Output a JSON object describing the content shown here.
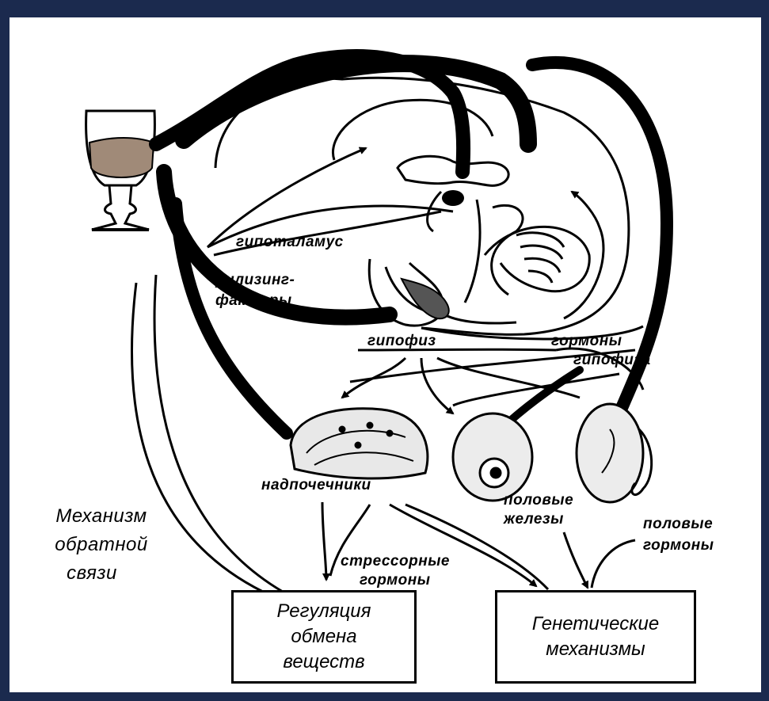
{
  "labels": {
    "hypothalamus": "гипоталамус",
    "releasing_1": "рилизинг-",
    "releasing_2": "факторы",
    "pituitary": "гипофиз",
    "pituitary_hormones_1": "гормоны",
    "pituitary_hormones_2": "гипофиза",
    "adrenals": "надпочечники",
    "gonads_1": "половые",
    "gonads_2": "железы",
    "sex_hormones_1": "половые",
    "sex_hormones_2": "гормоны",
    "stress_hormones_1": "стрессорные",
    "stress_hormones_2": "гормоны",
    "feedback_1": "Механизм",
    "feedback_2": "обратной",
    "feedback_3": "связи"
  },
  "boxes": {
    "metabolism_1": "Регуляция",
    "metabolism_2": "обмена",
    "metabolism_3": "веществ",
    "genetic_1": "Генетические",
    "genetic_2": "механизмы"
  },
  "colors": {
    "frame": "#1b2a4e",
    "ink": "#000000",
    "paper": "#ffffff"
  }
}
